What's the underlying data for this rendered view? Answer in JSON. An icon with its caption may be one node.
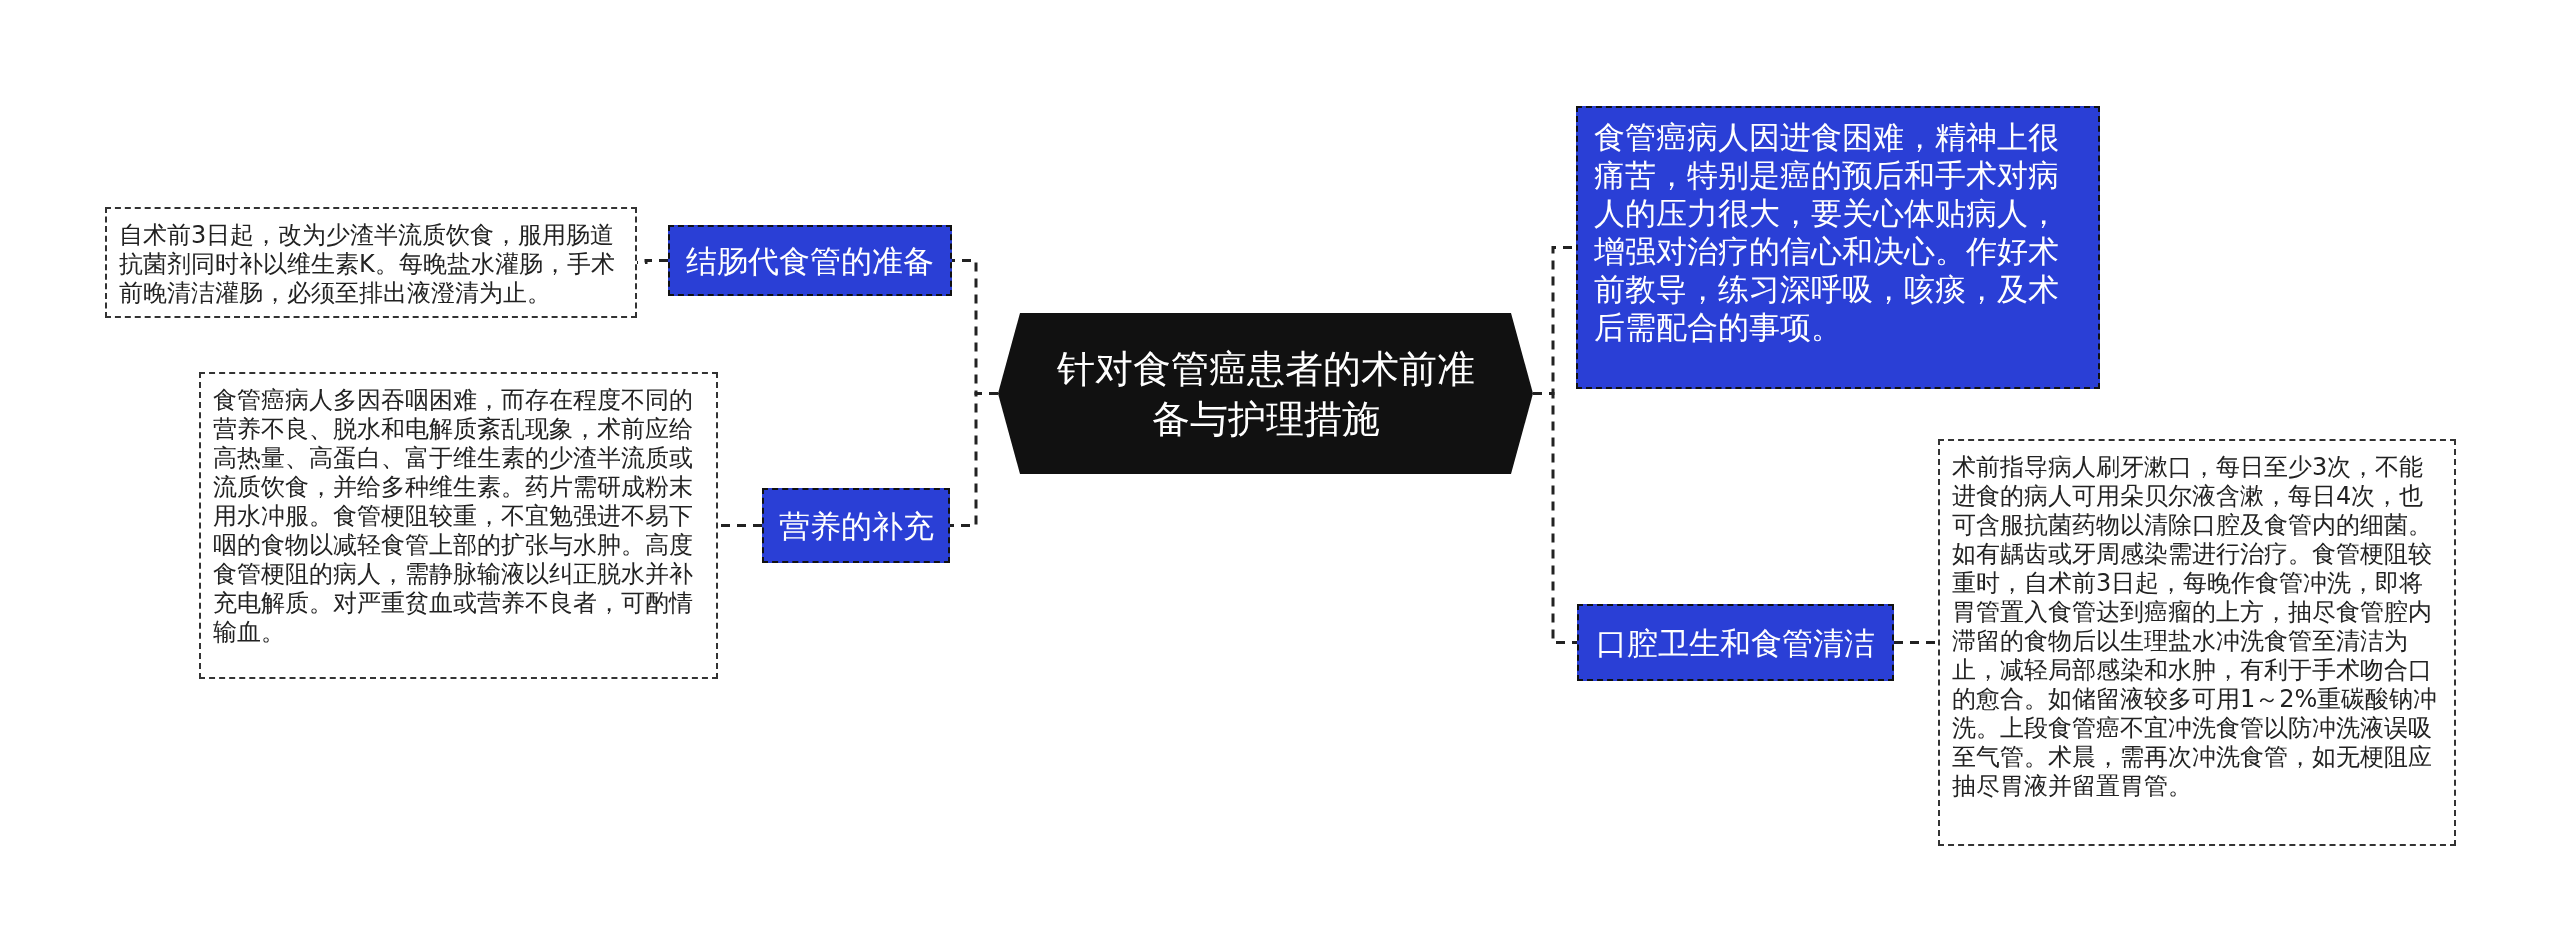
{
  "diagram": {
    "nodes": [
      {
        "text": [
          "针对食管癌患者的术前准备与护理措施"
        ]
      },
      {
        "text": [
          "结肠代食管的准备"
        ]
      },
      {
        "text": [
          "自术前3日起，改为少渣半流质饮食，服用肠道抗菌剂同时补以维生素K。每晚盐水灌肠，手术前晚清洁灌肠，必须至排出液澄清为止。"
        ]
      },
      {
        "text": [
          "营养的补充"
        ]
      },
      {
        "text": [
          "食管癌病人多因吞咽困难，而存在程度不同的营养不良、脱水和电解质紊乱现象，术前应给高热量、高蛋白、富于维生素的少渣半流质或流质饮食，并给多种维生素。药片需研成粉末用水冲服。食管梗阻较重，不宜勉强进不易下咽的食物以减轻食管上部的扩张与水肿。高度食管梗阻的病人，需静脉输液以纠正脱水并补充电解质。对严重贫血或营养不良者，可酌情输血。"
        ]
      },
      {
        "text": [
          "食管癌病人因进食困难，精神上很痛苦，特别是癌的预后和手术对病人的压力很大，要关心体贴病人，增强对治疗的信心和决心。作好术前教导，练习深呼吸，咳痰，及术后需配合的事项。"
        ]
      },
      {
        "text": [
          "口腔卫生和食管清洁"
        ]
      },
      {
        "text": [
          "术前指导病人刷牙漱口，每日至少3次，不能进食的病人可用朵贝尔液含漱，每日4次，也可含服抗菌药物以清除口腔及食管内的细菌。如有龋齿或牙周感染需进行治疗。食管梗阻较重时，自术前3日起，每晚作食管冲洗，即将胃管置入食管达到癌瘤的上方，抽尽食管腔内滞留的食物后以生理盐水冲洗食管至清洁为止，减轻局部感染和水肿，有利于手术吻合口的愈合。如储留液较多可用1～2%重碳酸钠冲洗。上段食管癌不宜冲洗食管以防冲洗液误吸至气管。术晨，需再次冲洗食管，如无梗阻应抽尽胃液并留置胃管。"
        ]
      }
    ],
    "edges": [
      {
        "from": 0,
        "to": 1,
        "arrow": "none"
      },
      {
        "from": 1,
        "to": 2,
        "arrow": "none"
      },
      {
        "from": 0,
        "to": 3,
        "arrow": "none"
      },
      {
        "from": 3,
        "to": 4,
        "arrow": "none"
      },
      {
        "from": 0,
        "to": 5,
        "arrow": "none"
      },
      {
        "from": 0,
        "to": 6,
        "arrow": "none"
      },
      {
        "from": 6,
        "to": 7,
        "arrow": "none"
      }
    ]
  }
}
